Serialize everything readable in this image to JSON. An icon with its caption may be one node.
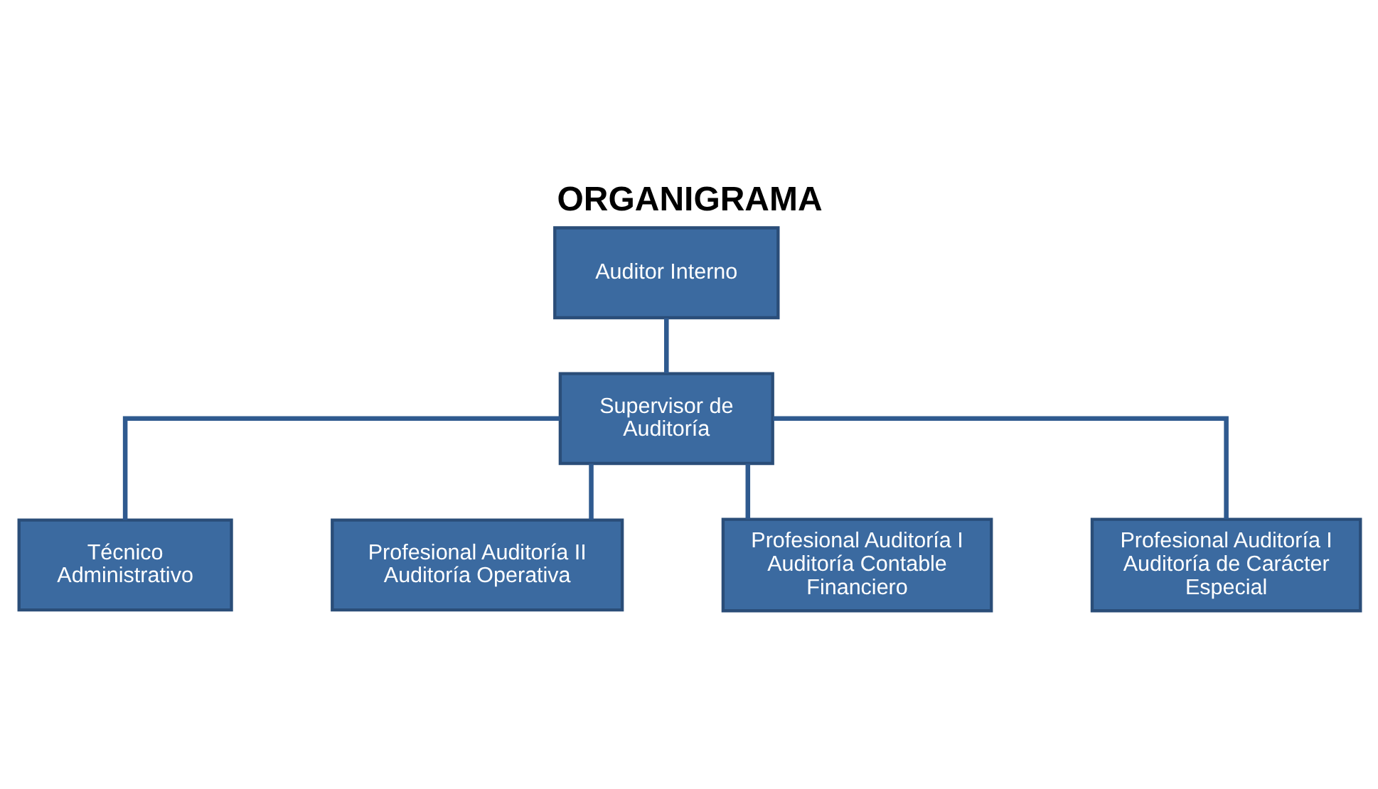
{
  "diagram": {
    "title": "ORGANIGRAMA",
    "nodes": [
      {
        "text": [
          "Auditor Interno"
        ]
      },
      {
        "text": [
          "Supervisor de Auditoría"
        ]
      },
      {
        "text": [
          "Técnico Administrativo"
        ]
      },
      {
        "text": [
          "Profesional Auditoría II Auditoría Operativa"
        ]
      },
      {
        "text": [
          "Profesional Auditoría I Auditoría Contable Financiero"
        ]
      },
      {
        "text": [
          "Profesional Auditoría I Auditoría de Carácter Especial"
        ]
      }
    ],
    "edges": [
      {
        "from": 0,
        "to": 1,
        "arrow": "none"
      },
      {
        "from": 1,
        "to": 2,
        "arrow": "none"
      },
      {
        "from": 1,
        "to": 3,
        "arrow": "none"
      },
      {
        "from": 1,
        "to": 4,
        "arrow": "none"
      },
      {
        "from": 1,
        "to": 5,
        "arrow": "none"
      }
    ]
  }
}
